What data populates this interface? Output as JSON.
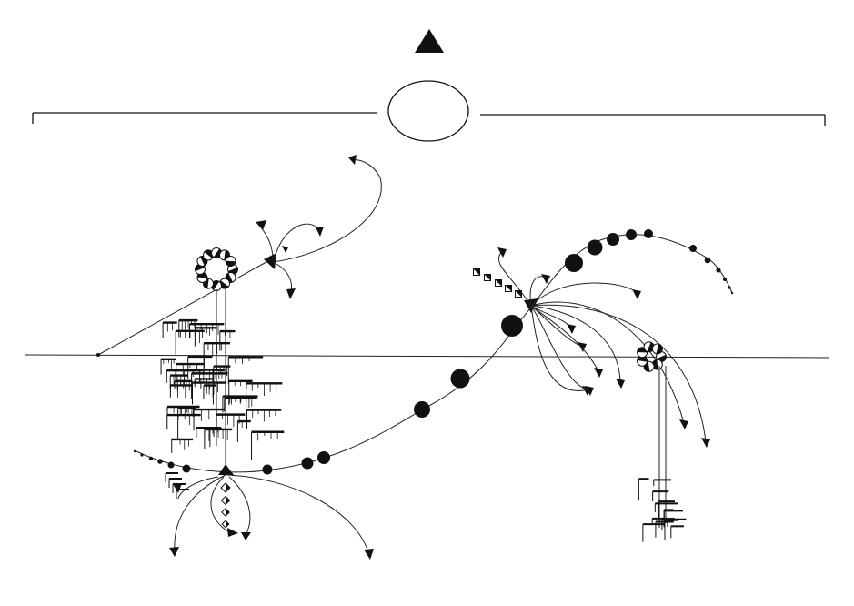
{
  "artwork": {
    "kind": "graphic notation drawing",
    "ink_color": "#111111",
    "paper_color": "#ffffff",
    "motifs": [
      "top-triangle-icon",
      "central-oval",
      "bracket-line",
      "horizon-line",
      "bead-chain",
      "spiral-arrows",
      "left-tree-cluster",
      "right-tree-cluster",
      "ring-of-half-circles"
    ]
  }
}
